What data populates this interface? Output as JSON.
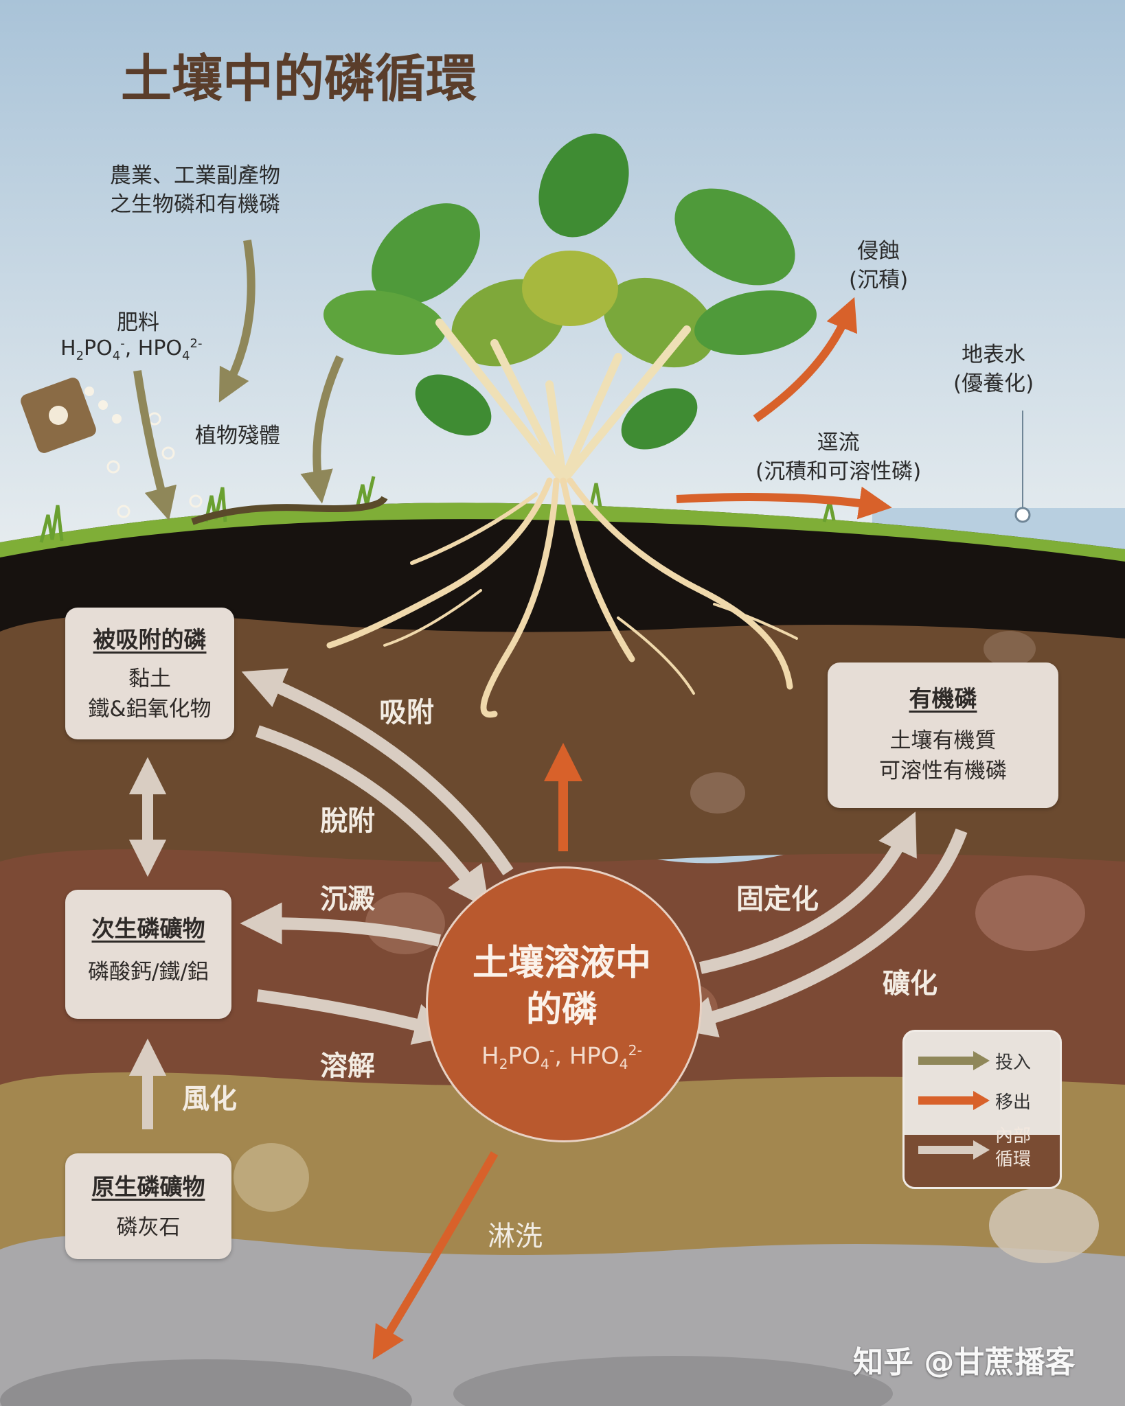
{
  "title": "土壤中的磷循環",
  "inputs": {
    "byproducts": [
      "農業、工業副產物",
      "之生物磷和有機磷"
    ],
    "fertilizer": "肥料",
    "plant_residue": "植物殘體"
  },
  "outputs": {
    "erosion": [
      "侵蝕",
      "(沉積)"
    ],
    "surface_water": [
      "地表水",
      "(優養化)"
    ],
    "runoff": [
      "逕流",
      "(沉積和可溶性磷)"
    ],
    "leaching": "淋洗"
  },
  "pools": {
    "adsorbed": {
      "title": "被吸附的磷",
      "lines": [
        "黏土",
        "鐵&鋁氧化物"
      ]
    },
    "secondary": {
      "title": "次生磷礦物",
      "lines": [
        "磷酸鈣/鐵/鋁"
      ]
    },
    "primary": {
      "title": "原生磷礦物",
      "lines": [
        "磷灰石"
      ]
    },
    "organic": {
      "title": "有機磷",
      "lines": [
        "土壤有機質",
        "可溶性有機磷"
      ]
    },
    "solution": {
      "title_lines": [
        "土壤溶液中",
        "的磷"
      ]
    }
  },
  "processes": {
    "adsorption": "吸附",
    "desorption": "脫附",
    "precipitation": "沉澱",
    "dissolution": "溶解",
    "weathering": "風化",
    "immobilization": "固定化",
    "mineralization": "礦化"
  },
  "formula": {
    "h2po4": {
      "base": "H",
      "sub1": "2",
      "mid": "PO",
      "sub2": "4",
      "sup": "-"
    },
    "hpo4": {
      "base": "HPO",
      "sub": "4",
      "sup": "2-"
    },
    "separator": ","
  },
  "legend": {
    "input": "投入",
    "removal": "移出",
    "internal": [
      "內部",
      "循環"
    ]
  },
  "watermark": "知乎 @甘蔗播客",
  "colors": {
    "input_arrow": "#8f8759",
    "removal_arrow": "#d8612a",
    "internal_arrow": "#d9cdc2",
    "sky": "#b9cfdf",
    "grass": "#7fae37",
    "topsoil_dark": "#17120f",
    "soil_brown": "#6b4a2f",
    "soil_red": "#7c4a35",
    "subsoil": "#a3874f",
    "bedrock": "#a7a6a8"
  },
  "icons": [
    "fertilizer-bag-icon",
    "plant-icon",
    "roots-icon"
  ]
}
